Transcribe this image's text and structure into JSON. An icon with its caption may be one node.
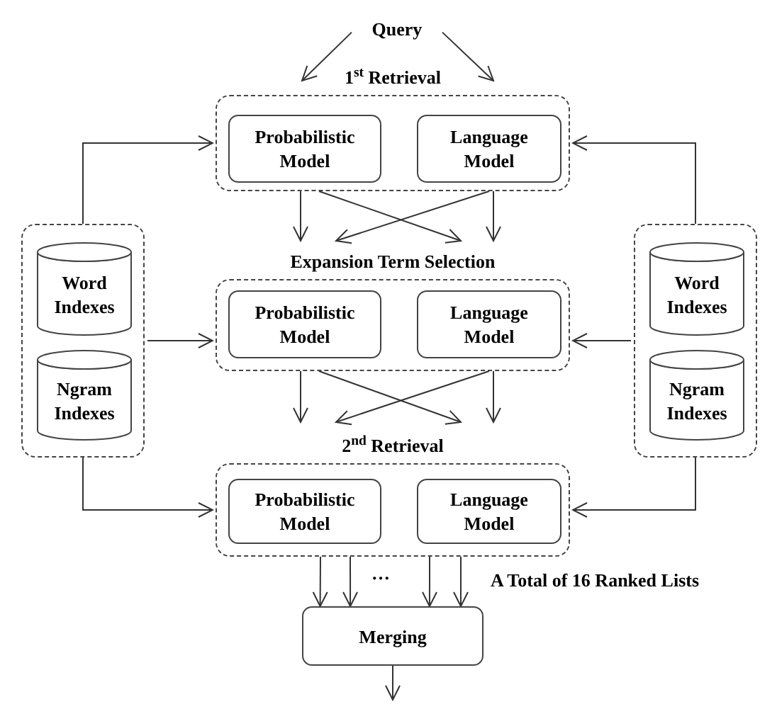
{
  "diagram": {
    "nodes": [
      {
        "text": [
          "Query"
        ]
      },
      {
        "text": [
          "1$^{st}$ Retrieval"
        ]
      },
      {
        "text": [
          "Probabilistic Model"
        ],
        "in": 1
      },
      {
        "text": [
          "Language Model"
        ],
        "in": 1
      },
      {
        "text": [
          "Expansion Term Selection"
        ]
      },
      {
        "text": [
          "Probabilistic Model"
        ],
        "in": 4
      },
      {
        "text": [
          "Language Model"
        ],
        "in": 4
      },
      {
        "text": [
          "2$^{nd}$ Retrieval"
        ]
      },
      {
        "text": [
          "Probabilistic Model"
        ],
        "in": 7
      },
      {
        "text": [
          "Language Model"
        ],
        "in": 7
      },
      {
        "text": [
          "Merging"
        ]
      },
      {
        "text": [],
        "shape": "box"
      },
      {
        "text": [
          "Word Indexes"
        ],
        "in": 11
      },
      {
        "text": [
          "Ngram Indexes"
        ],
        "in": 11
      },
      {
        "text": [],
        "shape": "box"
      },
      {
        "text": [
          "Word Indexes"
        ],
        "in": 14
      },
      {
        "text": [
          "Ngram Indexes"
        ],
        "in": 14
      }
    ],
    "edges": [
      {
        "from": 0,
        "to": 1,
        "arrow": "to"
      },
      {
        "from": 0,
        "to": 1,
        "arrow": "to"
      },
      {
        "from": 1,
        "to": 4,
        "arrow": "to"
      },
      {
        "from": 1,
        "to": 4,
        "arrow": "to"
      },
      {
        "from": 1,
        "to": 4,
        "arrow": "to"
      },
      {
        "from": 1,
        "to": 4,
        "arrow": "to"
      },
      {
        "from": 4,
        "to": 7,
        "arrow": "to"
      },
      {
        "from": 4,
        "to": 7,
        "arrow": "to"
      },
      {
        "from": 4,
        "to": 7,
        "arrow": "to"
      },
      {
        "from": 4,
        "to": 7,
        "arrow": "to"
      },
      {
        "from": 7,
        "to": 10,
        "arrow": "to"
      },
      {
        "from": 7,
        "to": 10,
        "arrow": "to"
      },
      {
        "from": 7,
        "to": 10,
        "arrow": "to"
      },
      {
        "from": 7,
        "to": 10,
        "arrow": "to"
      },
      {
        "from": 10,
        "to": null,
        "arrow": "to"
      },
      {
        "from": 11,
        "to": 1,
        "arrow": "to"
      },
      {
        "from": 11,
        "to": 4,
        "arrow": "to"
      },
      {
        "from": 11,
        "to": 7,
        "arrow": "to"
      },
      {
        "from": 14,
        "to": 1,
        "arrow": "to"
      },
      {
        "from": 14,
        "to": 4,
        "arrow": "to"
      },
      {
        "from": 14,
        "to": 7,
        "arrow": "to"
      }
    ],
    "labels": [
      "…",
      "A Total of 16 Ranked Lists"
    ]
  }
}
